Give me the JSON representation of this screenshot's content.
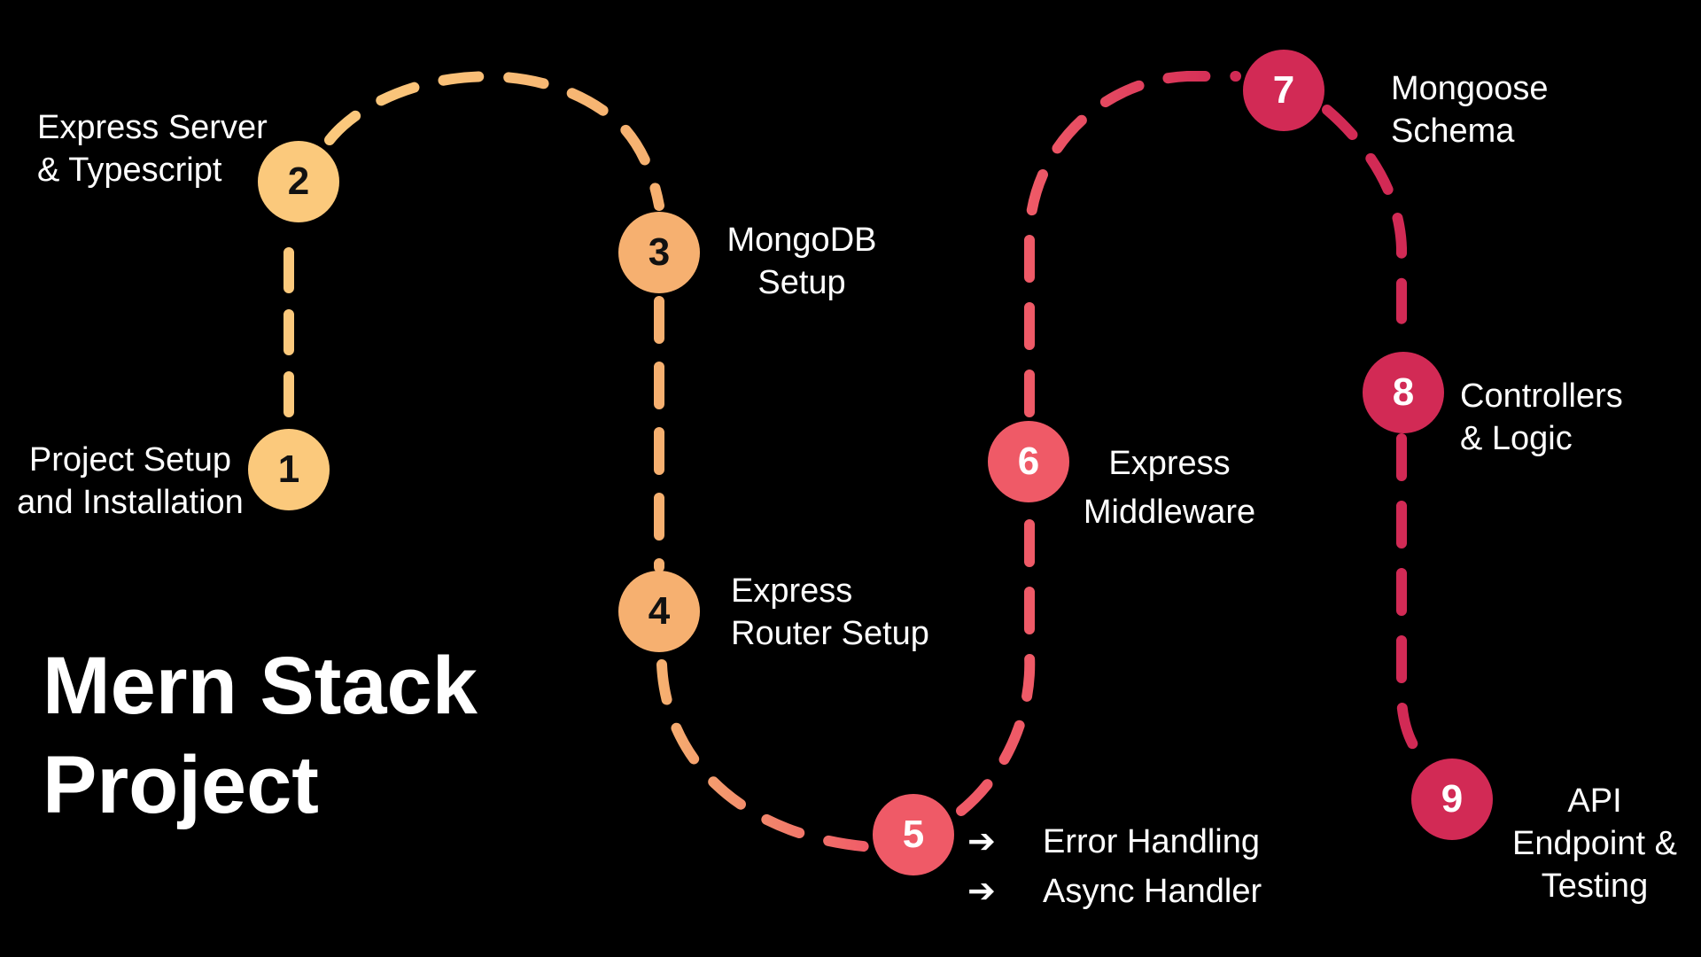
{
  "title": {
    "line1": "Mern Stack",
    "line2": "Project"
  },
  "colors": {
    "background": "#000000",
    "warm_yellow": "#fbc97c",
    "warm_orange": "#f6b070",
    "coral": "#ef5a67",
    "crimson": "#d22a55"
  },
  "steps": [
    {
      "number": "1",
      "lines": [
        "Project Setup",
        "and Installation"
      ]
    },
    {
      "number": "2",
      "lines": [
        "Express Server",
        "& Typescript"
      ]
    },
    {
      "number": "3",
      "lines": [
        "MongoDB",
        "Setup"
      ]
    },
    {
      "number": "4",
      "lines": [
        "Express",
        "Router Setup"
      ]
    },
    {
      "number": "5",
      "items": [
        "Error Handling",
        "Async Handler"
      ],
      "arrow_icon": "right-arrow-icon"
    },
    {
      "number": "6",
      "lines": [
        "Express",
        "Middleware"
      ]
    },
    {
      "number": "7",
      "lines": [
        "Mongoose",
        "Schema"
      ]
    },
    {
      "number": "8",
      "lines": [
        "Controllers",
        "& Logic"
      ]
    },
    {
      "number": "9",
      "lines": [
        "API",
        "Endpoint &",
        "Testing"
      ]
    }
  ],
  "arrow_glyph": "➔"
}
